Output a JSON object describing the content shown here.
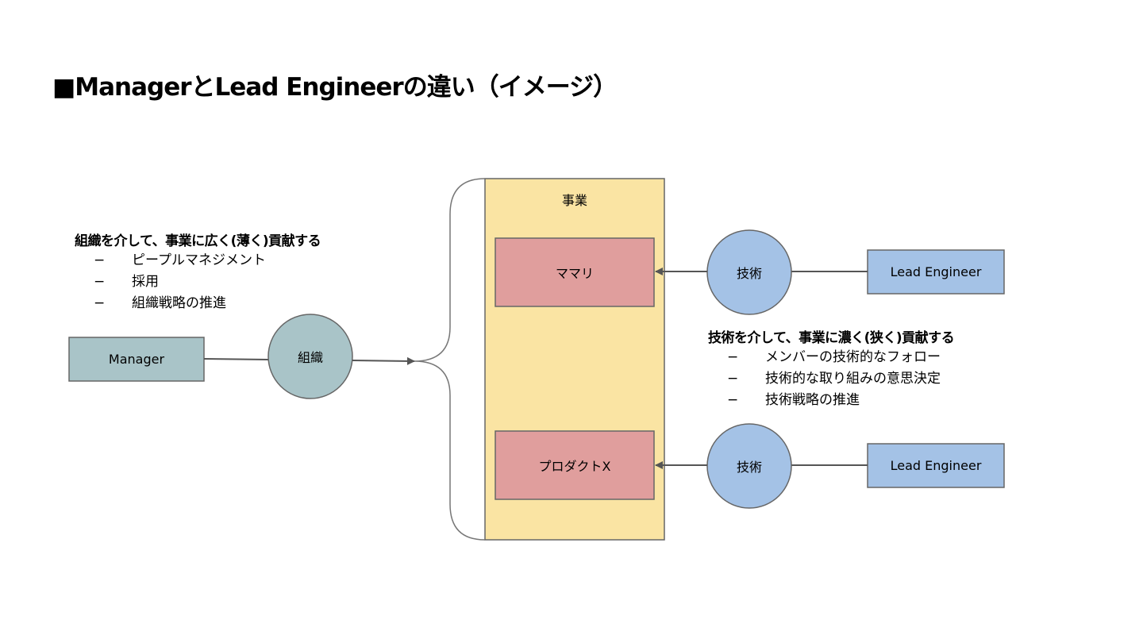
{
  "title": "■ManagerとLead Engineerの違い（イメージ）",
  "manager_side": {
    "heading": "組織を介して、事業に広く(薄く)貢献する",
    "bullets": [
      "ピープルマネジメント",
      "採用",
      "組織戦略の推進"
    ],
    "role_label": "Manager",
    "via_label": "組織"
  },
  "business": {
    "label": "事業",
    "products": [
      "ママリ",
      "プロダクトX"
    ]
  },
  "engineer_side": {
    "heading": "技術を介して、事業に濃く(狭く)貢献する",
    "bullets": [
      "メンバーの技術的なフォロー",
      "技術的な取り組みの意思決定",
      "技術戦略の推進"
    ],
    "nodes": [
      {
        "via_label": "技術",
        "role_label": "Lead Engineer",
        "target": "ママリ"
      },
      {
        "via_label": "技術",
        "role_label": "Lead Engineer",
        "target": "プロダクトX"
      }
    ]
  },
  "bullet_marker": "−",
  "colors": {
    "manager_fill": "#a9c4c8",
    "engineer_fill": "#a4c2e6",
    "business_fill": "#fae4a3",
    "product_fill": "#e09e9d",
    "stroke": "#666666"
  }
}
